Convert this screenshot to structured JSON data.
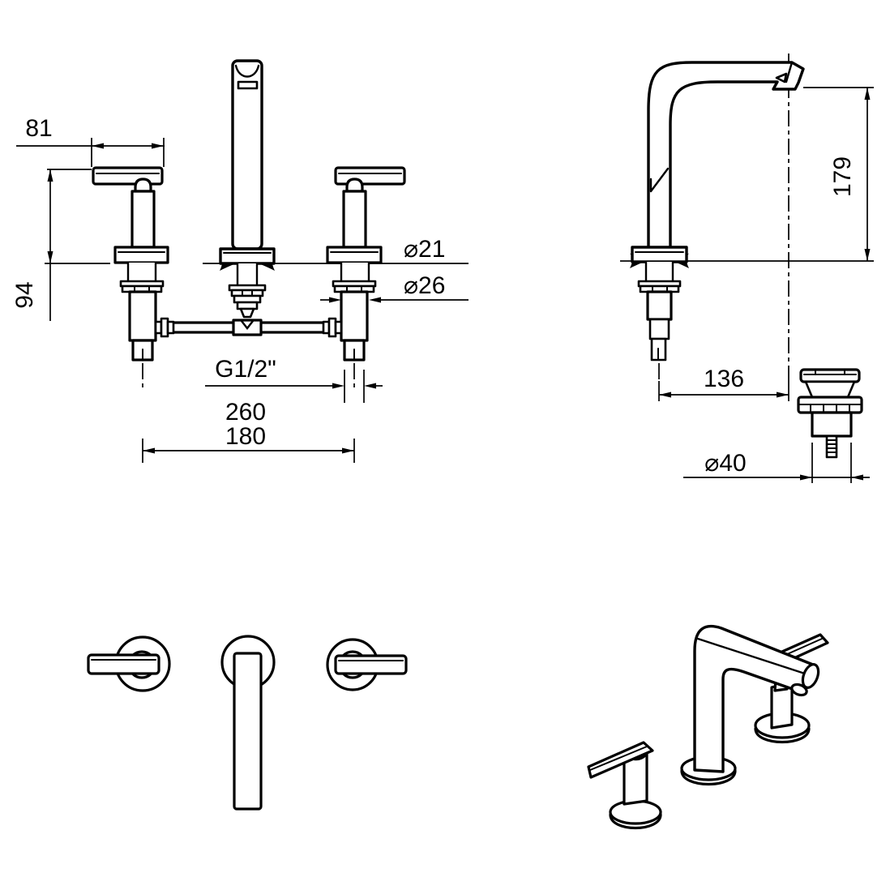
{
  "colors": {
    "line": "#000000",
    "background": "#ffffff"
  },
  "front_view": {
    "dim_lever_length": "81",
    "dim_height_above_deck": "94",
    "dia_upper_shank": "⌀21",
    "dia_lower_shank": "⌀26",
    "inlet_thread": "G1/2\"",
    "hole_spacing_max": "260",
    "hole_spacing_min": "180"
  },
  "side_view": {
    "dim_spout_height": "179",
    "dim_spout_reach": "136",
    "dia_drain_waste": "⌀40"
  }
}
